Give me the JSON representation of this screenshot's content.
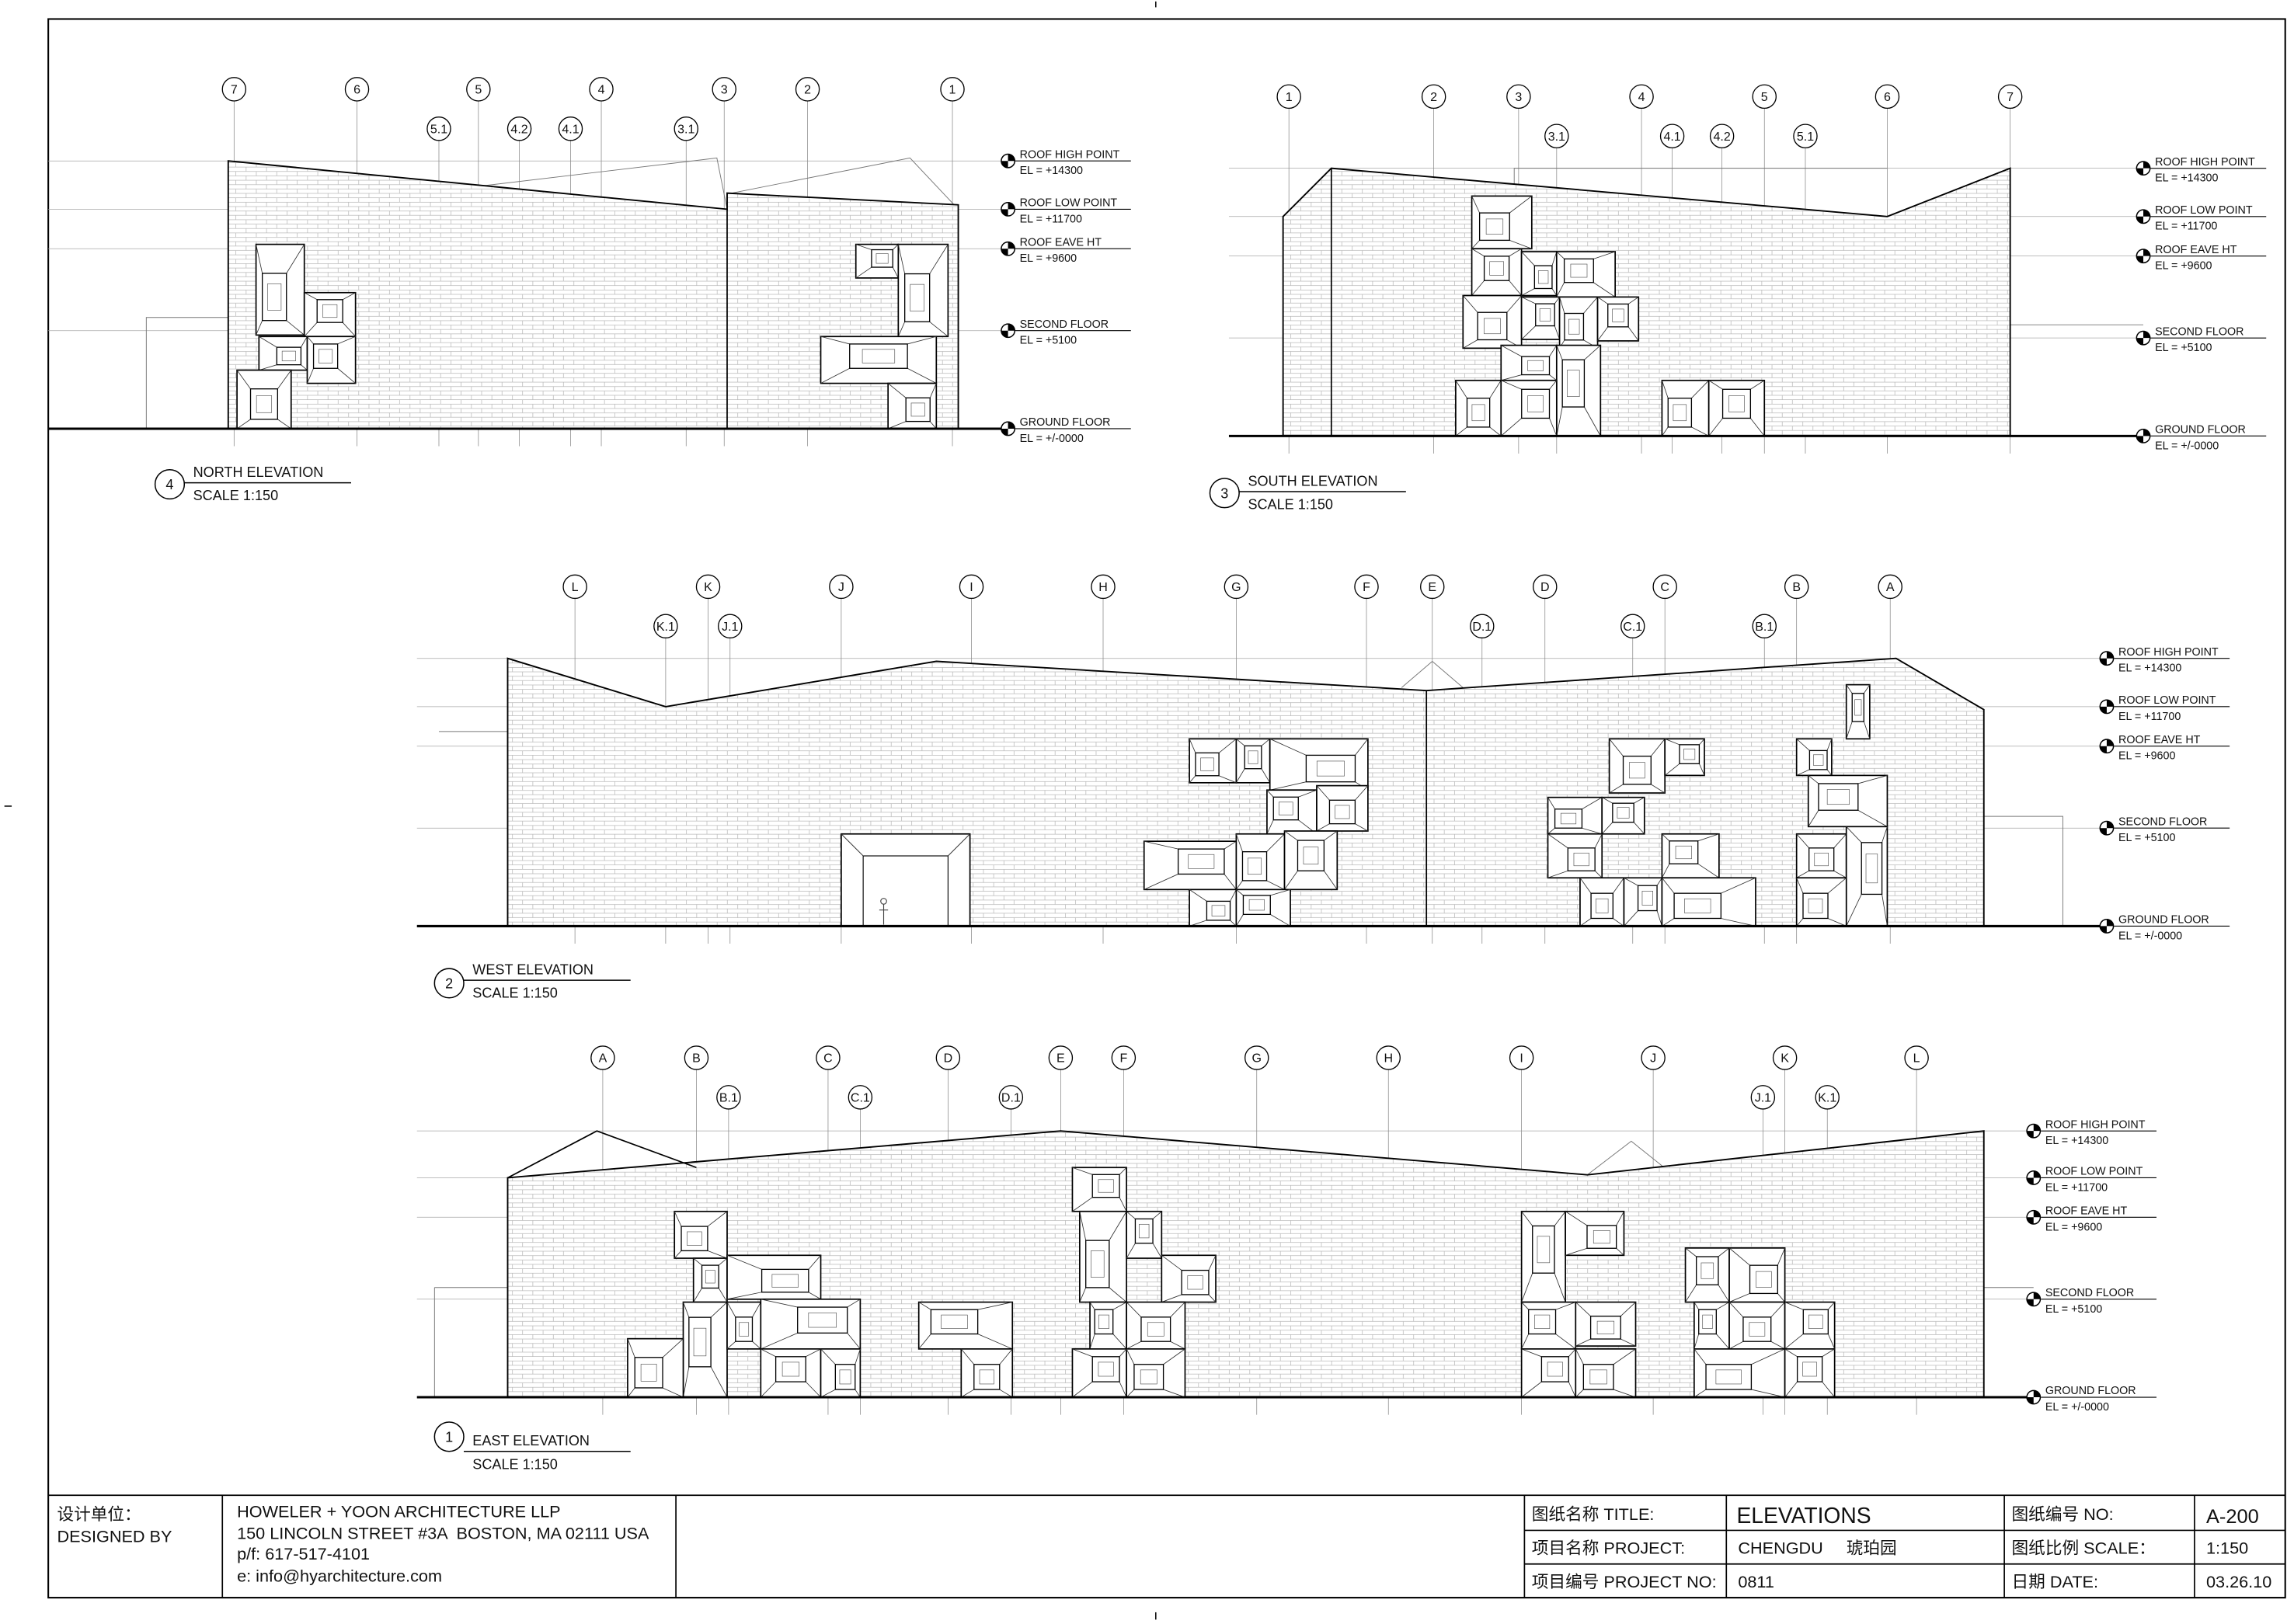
{
  "sheet": {
    "elevations": {
      "north": {
        "number": "4",
        "name": "NORTH ELEVATION",
        "scale": "SCALE 1:150",
        "grid": [
          "7",
          "6",
          "5",
          "4",
          "3",
          "2",
          "1"
        ],
        "subgrid": [
          "5.1",
          "4.2",
          "4.1",
          "3.1"
        ]
      },
      "south": {
        "number": "3",
        "name": "SOUTH ELEVATION",
        "scale": "SCALE 1:150",
        "grid": [
          "1",
          "2",
          "3",
          "4",
          "5",
          "6",
          "7"
        ],
        "subgrid": [
          "3.1",
          "4.1",
          "4.2",
          "5.1"
        ]
      },
      "west": {
        "number": "2",
        "name": "WEST ELEVATION",
        "scale": "SCALE 1:150",
        "grid": [
          "L",
          "K",
          "J",
          "I",
          "H",
          "G",
          "F",
          "E",
          "D",
          "C",
          "B",
          "A"
        ],
        "subgrid": [
          "K.1",
          "J.1",
          "D.1",
          "C.1",
          "B.1"
        ]
      },
      "east": {
        "number": "1",
        "name": "EAST ELEVATION",
        "scale": "SCALE 1:150",
        "grid": [
          "A",
          "B",
          "C",
          "D",
          "E",
          "F",
          "G",
          "H",
          "I",
          "J",
          "K",
          "L"
        ],
        "subgrid": [
          "B.1",
          "C.1",
          "D.1",
          "J.1",
          "K.1"
        ]
      }
    },
    "levels": [
      {
        "name": "ROOF HIGH POINT",
        "el": "EL = +14300"
      },
      {
        "name": "ROOF LOW POINT",
        "el": "EL = +11700"
      },
      {
        "name": "ROOF EAVE HT",
        "el": "EL = +9600"
      },
      {
        "name": "SECOND FLOOR",
        "el": "EL = +5100"
      },
      {
        "name": "GROUND FLOOR",
        "el": "EL = +/-0000"
      }
    ]
  },
  "title_block": {
    "designed_by_cn": "设计单位：",
    "designed_by": "DESIGNED BY",
    "firm": "HOWELER + YOON ARCHITECTURE LLP",
    "address": "150 LINCOLN STREET #3A  BOSTON, MA 02111 USA",
    "phone": "p/f: 617-517-4101",
    "email": "e: info@hyarchitecture.com",
    "title_label": "图纸名称 TITLE:",
    "title": "ELEVATIONS",
    "project_label": "项目名称 PROJECT:",
    "project": "CHENGDU",
    "project_cn": "琥珀园",
    "project_no_label": "项目编号 PROJECT NO:",
    "project_no": "0811",
    "sheet_no_label": "图纸编号 NO:",
    "sheet_no": "A-200",
    "scale_label": "图纸比例 SCALE：",
    "scale": "1:150",
    "date_label": "日期 DATE:",
    "date": "03.26.10"
  }
}
